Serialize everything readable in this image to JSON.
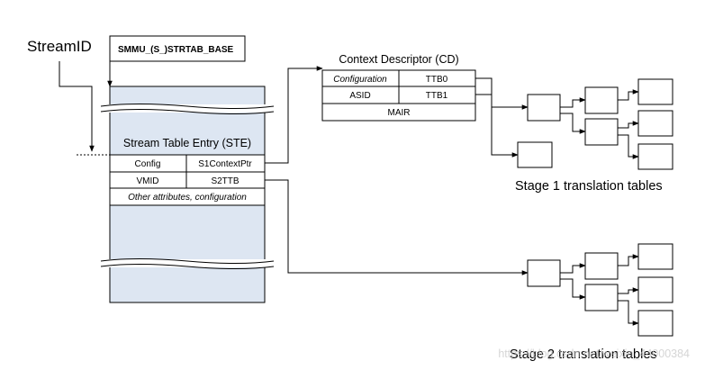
{
  "labels": {
    "stream_id": "StreamID",
    "strtab_base": "SMMU_(S_)STRTAB_BASE",
    "cd_title": "Context Descriptor (CD)",
    "ste_title": "Stream Table Entry (STE)",
    "stage1": "Stage 1 translation tables",
    "stage2": "Stage 2 translation tables"
  },
  "ste": {
    "config": "Config",
    "s1contextptr": "S1ContextPtr",
    "vmid": "VMID",
    "s2ttb": "S2TTB",
    "other": "Other attributes, configuration"
  },
  "cd": {
    "configuration": "Configuration",
    "ttb0": "TTB0",
    "asid": "ASID",
    "ttb1": "TTB1",
    "mair": "MAIR"
  },
  "watermark": "https://blog.csdn.net/weixin_44000384",
  "colors": {
    "ste_fill": "#dde6f2",
    "line": "#000000",
    "box_fill": "#ffffff"
  }
}
